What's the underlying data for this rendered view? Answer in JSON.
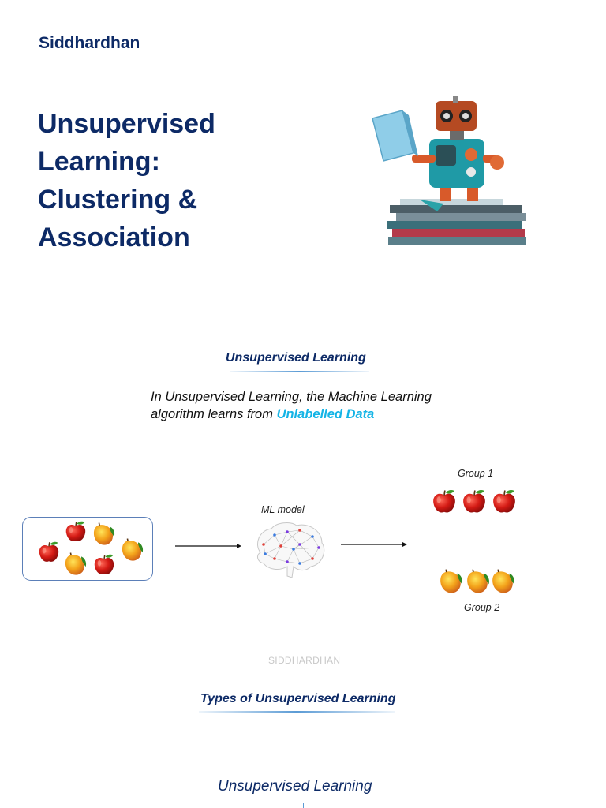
{
  "header": {
    "author": "Siddhardhan"
  },
  "hero": {
    "title_lines": [
      "Unsupervised",
      "Learning:",
      "Clustering &",
      "Association"
    ],
    "image": "robot-reading-on-books"
  },
  "section1": {
    "title": "Unsupervised Learning",
    "text_before": "In Unsupervised Learning, the Machine Learning algorithm learns from ",
    "highlight": "Unlabelled Data",
    "highlight_color": "#14b4e6"
  },
  "diagram": {
    "model_label": "ML model",
    "group1_label": "Group 1",
    "group2_label": "Group 2",
    "input_icon": "mixed-apples-mangoes",
    "model_icon": "brain-network-icon"
  },
  "watermark": "SIDDHARDHAN",
  "section2": {
    "title": "Types of Unsupervised Learning"
  },
  "bottom": {
    "title": "Unsupervised Learning"
  },
  "colors": {
    "primary": "#0d2a66",
    "accent_line": "#5b9bd5"
  }
}
